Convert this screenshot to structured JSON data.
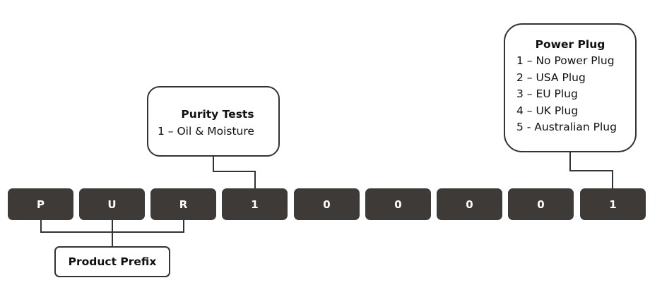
{
  "code_segments": [
    "P",
    "U",
    "R",
    "1",
    "0",
    "0",
    "0",
    "0",
    "1"
  ],
  "callouts": {
    "purity_tests": {
      "title": "Purity Tests",
      "items": [
        "1 – Oil & Moisture"
      ]
    },
    "power_plug": {
      "title": "Power Plug",
      "items": [
        "1 – No Power Plug",
        "2 – USA Plug",
        "3 – EU Plug",
        "4 – UK Plug",
        "5 - Australian Plug"
      ]
    },
    "product_prefix": {
      "title": "Product Prefix"
    }
  },
  "colors": {
    "box_fill": "#3e3a38",
    "line": "#333333"
  }
}
